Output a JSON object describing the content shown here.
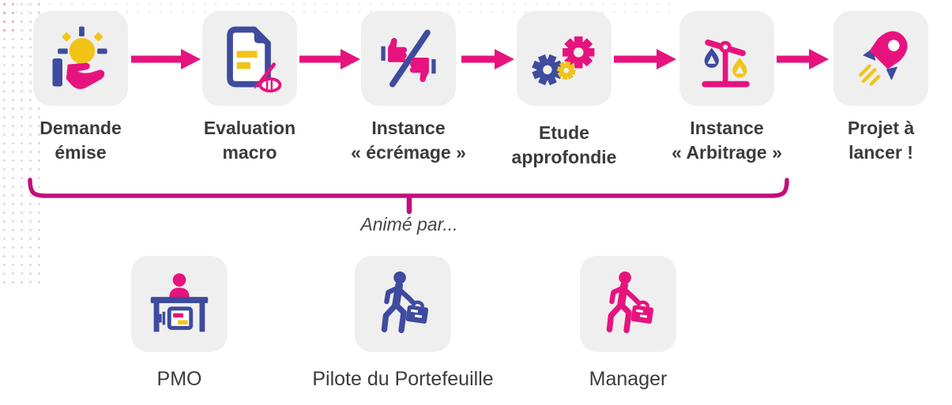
{
  "palette": {
    "pink": "#E6137E",
    "bracket_pink": "#C30E7D",
    "blue": "#3E4B9E",
    "yellow": "#F2C418",
    "tile_background": "#EFEFEF",
    "label_color": "#3B3B3B"
  },
  "process": {
    "steps": [
      {
        "label_line1": "Demande",
        "label_line2": "émise",
        "icon": "idea-in-hand-icon"
      },
      {
        "label_line1": "Evaluation",
        "label_line2": "macro",
        "icon": "document-edit-icon"
      },
      {
        "label_line1": "Instance",
        "label_line2": "« écrémage »",
        "icon": "thumbs-up-down-icon"
      },
      {
        "label_line1": "Etude",
        "label_line2": "approfondie",
        "icon": "gears-icon"
      },
      {
        "label_line1": "Instance",
        "label_line2": "« Arbitrage »",
        "icon": "balance-scale-icon"
      },
      {
        "label_line1": "Projet à",
        "label_line2": "lancer !",
        "icon": "rocket-icon"
      }
    ]
  },
  "facilitation": {
    "caption": "Animé par...",
    "roles": [
      {
        "label": "PMO",
        "icon": "pmo-desk-icon"
      },
      {
        "label": "Pilote du Portefeuille",
        "icon": "walking-briefcase-icon"
      },
      {
        "label": "Manager",
        "icon": "walking-briefcase-icon"
      }
    ]
  }
}
